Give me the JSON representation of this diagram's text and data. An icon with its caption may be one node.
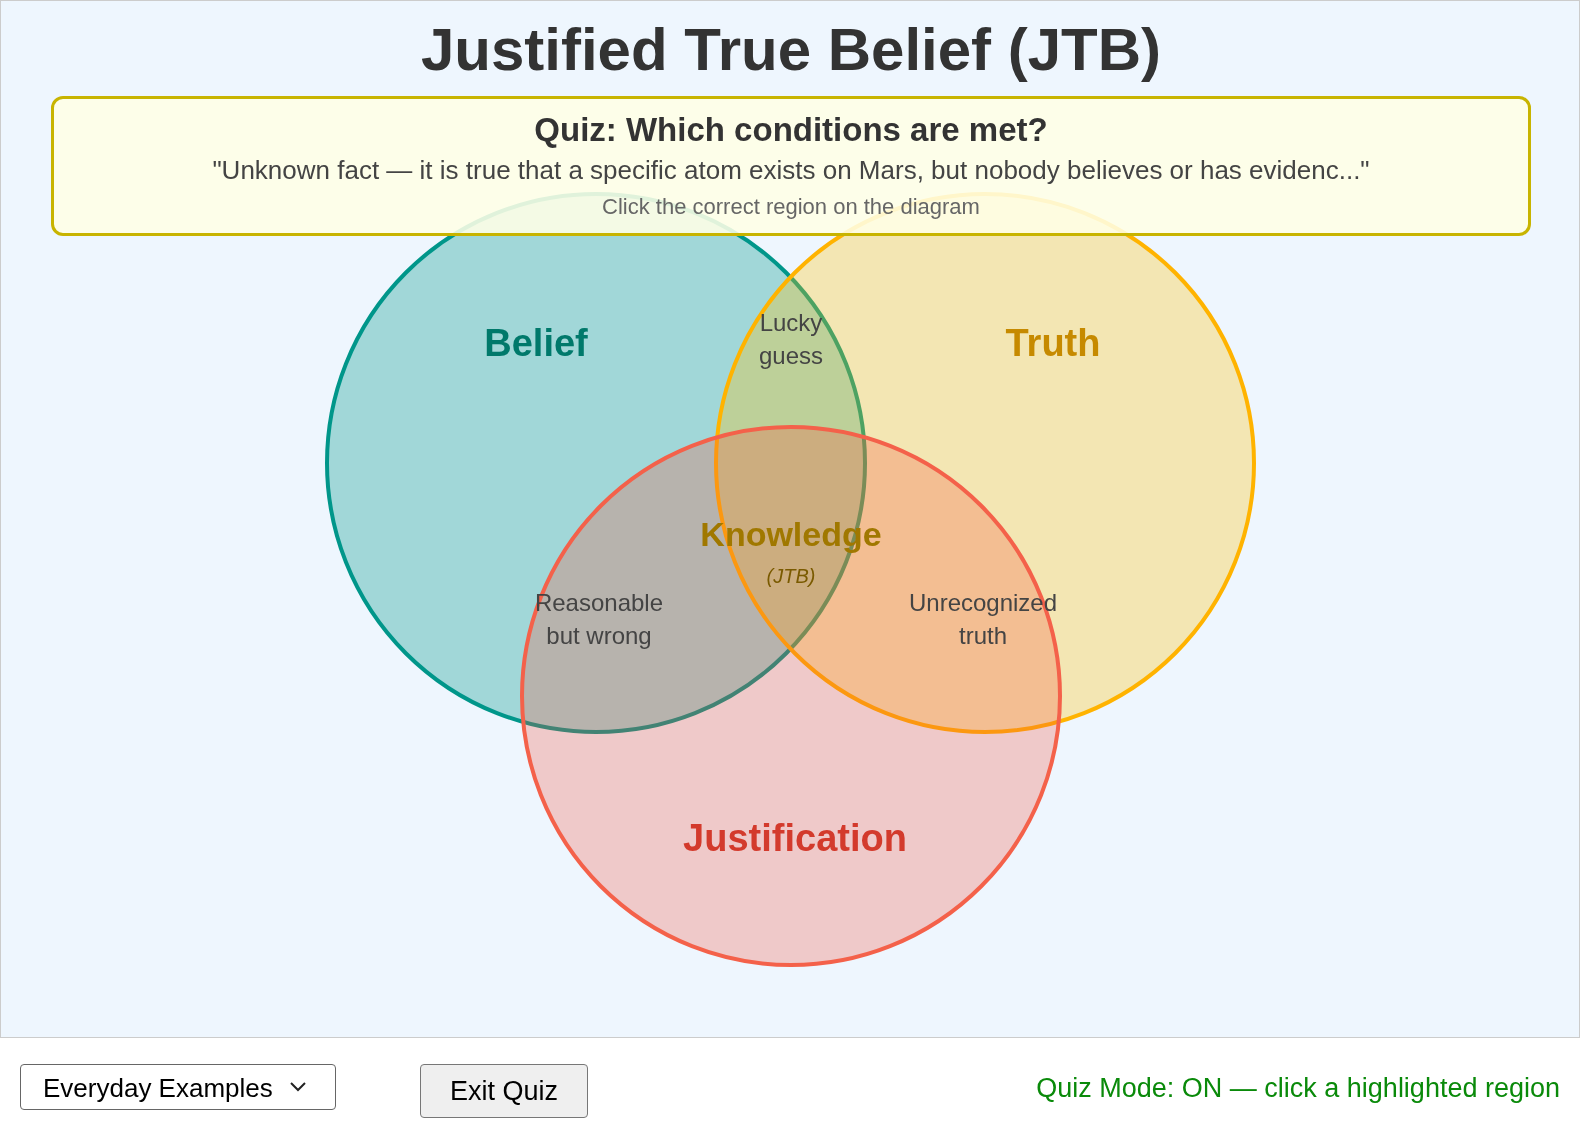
{
  "diagram": {
    "title": "Justified True Belief (JTB)",
    "nodes": [
      {
        "text": [
          "Quiz: Which conditions are met?",
          "\"Unknown fact — it is true that a specific atom exists on Mars, but nobody believes or has evidenc...\"",
          "Click the correct region on the diagram"
        ]
      },
      {
        "text": [
          "Belief"
        ]
      },
      {
        "text": [
          "Truth"
        ]
      },
      {
        "text": [
          "Justification"
        ]
      }
    ],
    "edges": [],
    "labels": [
      "Lucky guess",
      "Knowledge",
      "(JTB)",
      "Reasonable but wrong",
      "Unrecognized truth",
      "Everyday Examples",
      "Exit Quiz",
      "Quiz Mode: ON — click a highlighted region"
    ]
  }
}
